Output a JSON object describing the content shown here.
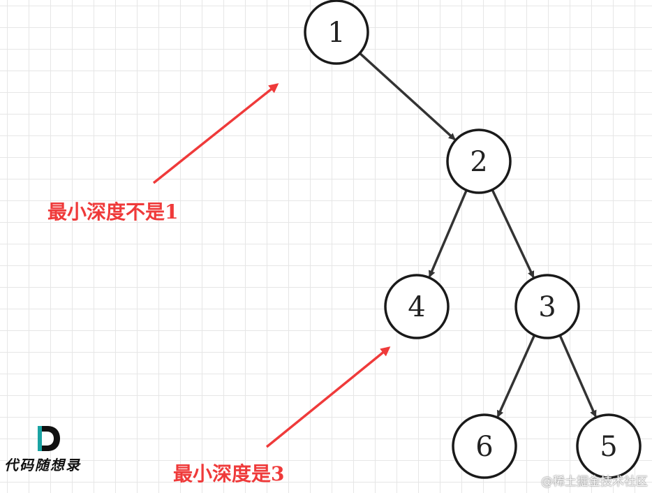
{
  "colors": {
    "node_stroke": "#1a1a1a",
    "edge": "#333333",
    "annotation": "#ef3a3a",
    "logo_teal": "#1aa3a3"
  },
  "tree": {
    "nodes": [
      {
        "id": "n1",
        "label": "1"
      },
      {
        "id": "n2",
        "label": "2"
      },
      {
        "id": "n4",
        "label": "4"
      },
      {
        "id": "n3",
        "label": "3"
      },
      {
        "id": "n6",
        "label": "6"
      },
      {
        "id": "n5",
        "label": "5"
      }
    ],
    "edges": [
      {
        "from": "n1",
        "to": "n2"
      },
      {
        "from": "n2",
        "to": "n4"
      },
      {
        "from": "n2",
        "to": "n3"
      },
      {
        "from": "n3",
        "to": "n6"
      },
      {
        "from": "n3",
        "to": "n5"
      }
    ]
  },
  "annotations": {
    "top_note": "最小深度不是1",
    "bottom_note": "最小深度是3"
  },
  "logo": {
    "icon": "d-letter-logo-icon",
    "text": "代码随想录"
  },
  "watermark": "@稀土掘金技术社区"
}
